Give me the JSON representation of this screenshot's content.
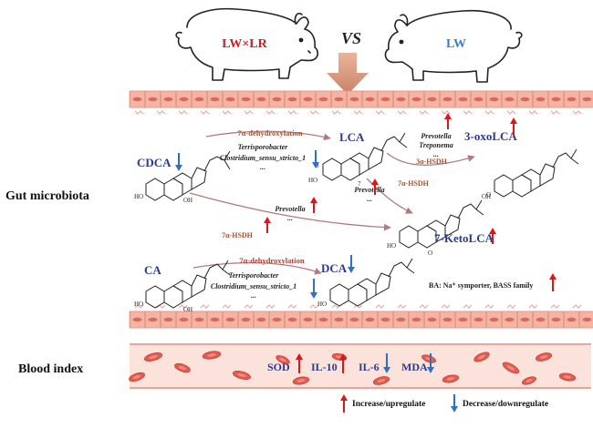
{
  "pigs": {
    "left_label": "LW×LR",
    "vs": "VS",
    "right_label": "LW"
  },
  "sections": {
    "gut": "Gut microbiota",
    "blood": "Blood index"
  },
  "compounds": {
    "cdca": "CDCA",
    "lca": "LCA",
    "oxolca": "3-oxoLCA",
    "ketolca": "7-KetoLCA",
    "ca": "CA",
    "dca": "DCA"
  },
  "enzymes": {
    "dehydrox_top": "7α-dehydroxylation",
    "dehydrox_bottom": "7α-dehydroxylation",
    "hsdh_3a": "3α-HSDH",
    "hsdh_7a_mid": "7α-HSDH",
    "hsdh_7a_left": "7α-HSDH"
  },
  "bacteria": {
    "top_line1": "Terrisporobacter",
    "top_line2": "Clostridium_sensu_stricto_1",
    "top_line3": "...",
    "prev_tre1": "Prevotella",
    "prev_tre2": "Treponema",
    "prev_tre3": "...",
    "prev_mid1": "Prevotella",
    "prev_mid2": "...",
    "prev_low1": "Prevotella",
    "prev_low2": "...",
    "bot_line1": "Terrisporobacter",
    "bot_line2": "Clostridium_sensu_stricto_1",
    "bot_line3": "..."
  },
  "ring_numbers": {
    "n3": "3",
    "n7": "7"
  },
  "transporter": "BA: Na⁺ symporter, BASS family",
  "blood_markers": {
    "sod": "SOD",
    "il10": "IL-10",
    "il6": "IL-6",
    "mda": "MDA"
  },
  "legend": {
    "increase": "Increase/upregulate",
    "decrease": "Decrease/downregulate"
  },
  "colors": {
    "up": "#d7191c",
    "down": "#2f6fc4",
    "enzyme": "#a0522d",
    "compound": "#2b3a8c",
    "epithelium": "#f4b4a4",
    "rbc": "#e35a4e",
    "vessel": "#fbe3dc",
    "big_arrow": "#d9a086"
  }
}
